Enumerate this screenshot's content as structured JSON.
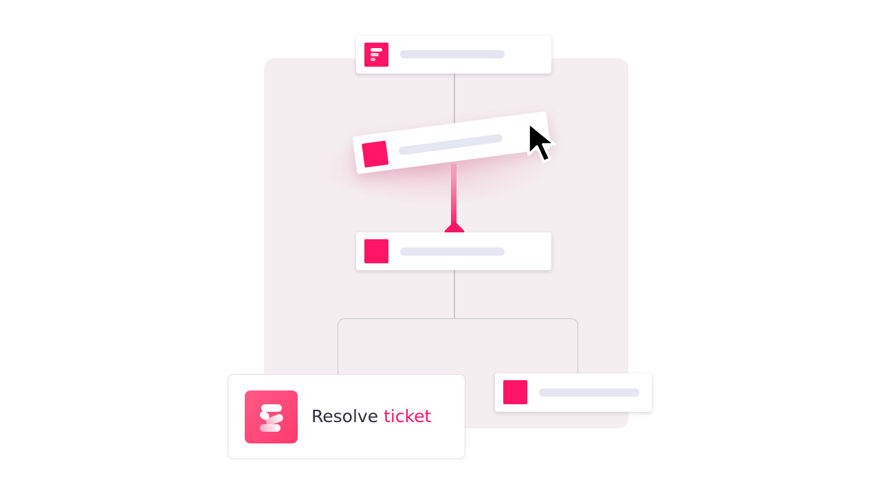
{
  "colors": {
    "accent": "#ff1466",
    "node_bar": "#e4e6f1",
    "canvas": "#f4eef0",
    "connector": "#c9c6cf"
  },
  "nodes": [
    {
      "id": "trigger",
      "icon": "app-logo-icon"
    },
    {
      "id": "dragged",
      "icon": "pink-square-icon"
    },
    {
      "id": "middle",
      "icon": "pink-square-icon"
    },
    {
      "id": "branch-right",
      "icon": "pink-square-icon"
    }
  ],
  "resolve": {
    "icon": "resolve-logo-icon",
    "label_main": "Resolve",
    "label_accent": "ticket"
  },
  "cursor": {
    "icon": "mouse-pointer-icon"
  }
}
